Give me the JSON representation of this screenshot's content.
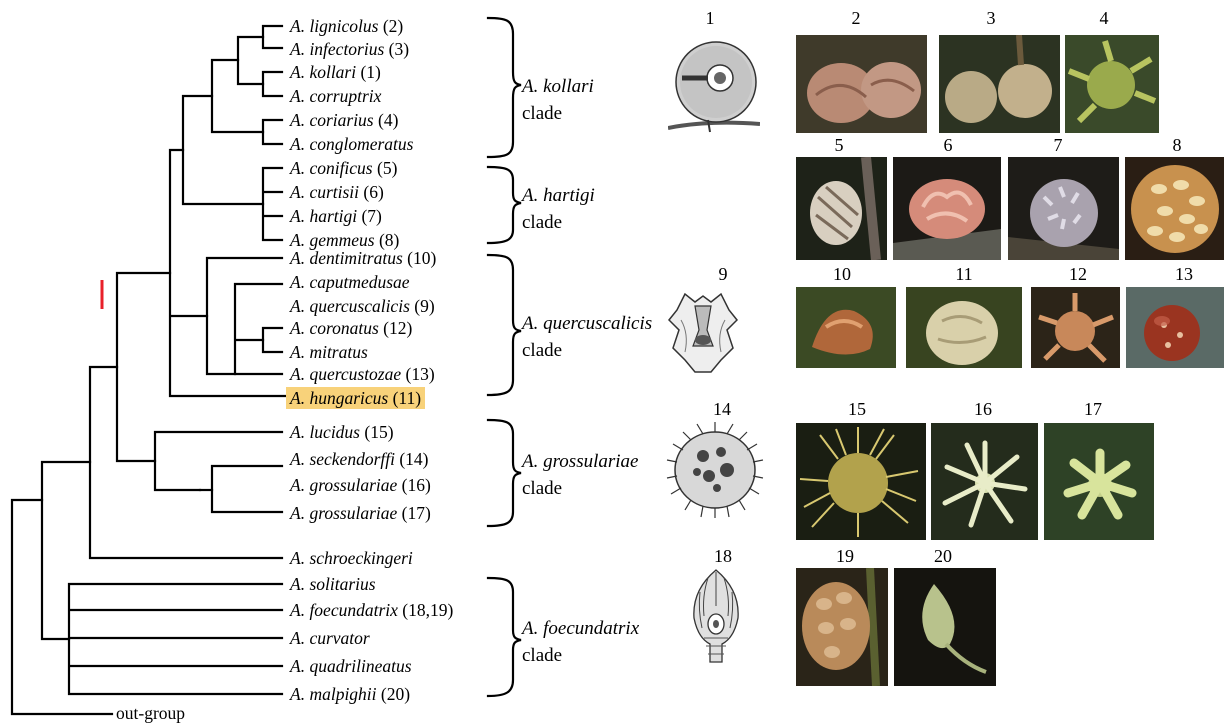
{
  "tips": [
    {
      "id": "lignicolus",
      "name": "A. lignicolus",
      "num": "(2)"
    },
    {
      "id": "infectorius",
      "name": "A. infectorius",
      "num": "(3)"
    },
    {
      "id": "kollari",
      "name": "A. kollari",
      "num": "(1)"
    },
    {
      "id": "corruptrix",
      "name": "A. corruptrix",
      "num": ""
    },
    {
      "id": "coriarius",
      "name": "A. coriarius",
      "num": "(4)"
    },
    {
      "id": "conglomeratus",
      "name": "A. conglomeratus",
      "num": ""
    },
    {
      "id": "conificus",
      "name": "A. conificus",
      "num": "(5)"
    },
    {
      "id": "curtisii",
      "name": "A. curtisii",
      "num": "(6)"
    },
    {
      "id": "hartigi",
      "name": "A. hartigi",
      "num": "(7)"
    },
    {
      "id": "gemmeus",
      "name": "A. gemmeus",
      "num": "(8)"
    },
    {
      "id": "dentimitratus",
      "name": "A. dentimitratus",
      "num": "(10)"
    },
    {
      "id": "caputmedusae",
      "name": "A. caputmedusae",
      "num": ""
    },
    {
      "id": "quercuscalicis",
      "name": "A. quercuscalicis",
      "num": "(9)"
    },
    {
      "id": "coronatus",
      "name": "A. coronatus",
      "num": "(12)"
    },
    {
      "id": "mitratus",
      "name": "A. mitratus",
      "num": ""
    },
    {
      "id": "quercustozae",
      "name": "A. quercustozae",
      "num": "(13)"
    },
    {
      "id": "hungaricus",
      "name": "A. hungaricus",
      "num": "(11)",
      "highlight": true
    },
    {
      "id": "lucidus",
      "name": "A. lucidus",
      "num": "(15)"
    },
    {
      "id": "seckendorffi",
      "name": "A. seckendorffi",
      "num": "(14)"
    },
    {
      "id": "grossulariae16",
      "name": "A. grossulariae",
      "num": "(16)"
    },
    {
      "id": "grossulariae17",
      "name": "A. grossulariae",
      "num": "(17)"
    },
    {
      "id": "schroeckingeri",
      "name": "A. schroeckingeri",
      "num": ""
    },
    {
      "id": "solitarius",
      "name": "A. solitarius",
      "num": ""
    },
    {
      "id": "foecundatrix",
      "name": "A. foecundatrix",
      "num": "(18,19)"
    },
    {
      "id": "curvator",
      "name": "A. curvator",
      "num": ""
    },
    {
      "id": "quadrilineatus",
      "name": "A. quadrilineatus",
      "num": ""
    },
    {
      "id": "malpighii",
      "name": "A. malpighii",
      "num": "(20)"
    }
  ],
  "outgroup": "out-group",
  "clades": [
    {
      "genus": "A. kollari",
      "word": "clade"
    },
    {
      "genus": "A. hartigi",
      "word": "clade"
    },
    {
      "genus": "A. quercuscalicis",
      "word": "clade"
    },
    {
      "genus": "A. grossulariae",
      "word": "clade"
    },
    {
      "genus": "A. foecundatrix",
      "word": "clade"
    }
  ],
  "figure_numbers": [
    "1",
    "2",
    "3",
    "4",
    "5",
    "6",
    "7",
    "8",
    "9",
    "10",
    "11",
    "12",
    "13",
    "14",
    "15",
    "16",
    "17",
    "18",
    "19",
    "20"
  ],
  "colors": {
    "highlight": "#f8d27a",
    "marker": "#e8202a",
    "line": "#000000"
  }
}
